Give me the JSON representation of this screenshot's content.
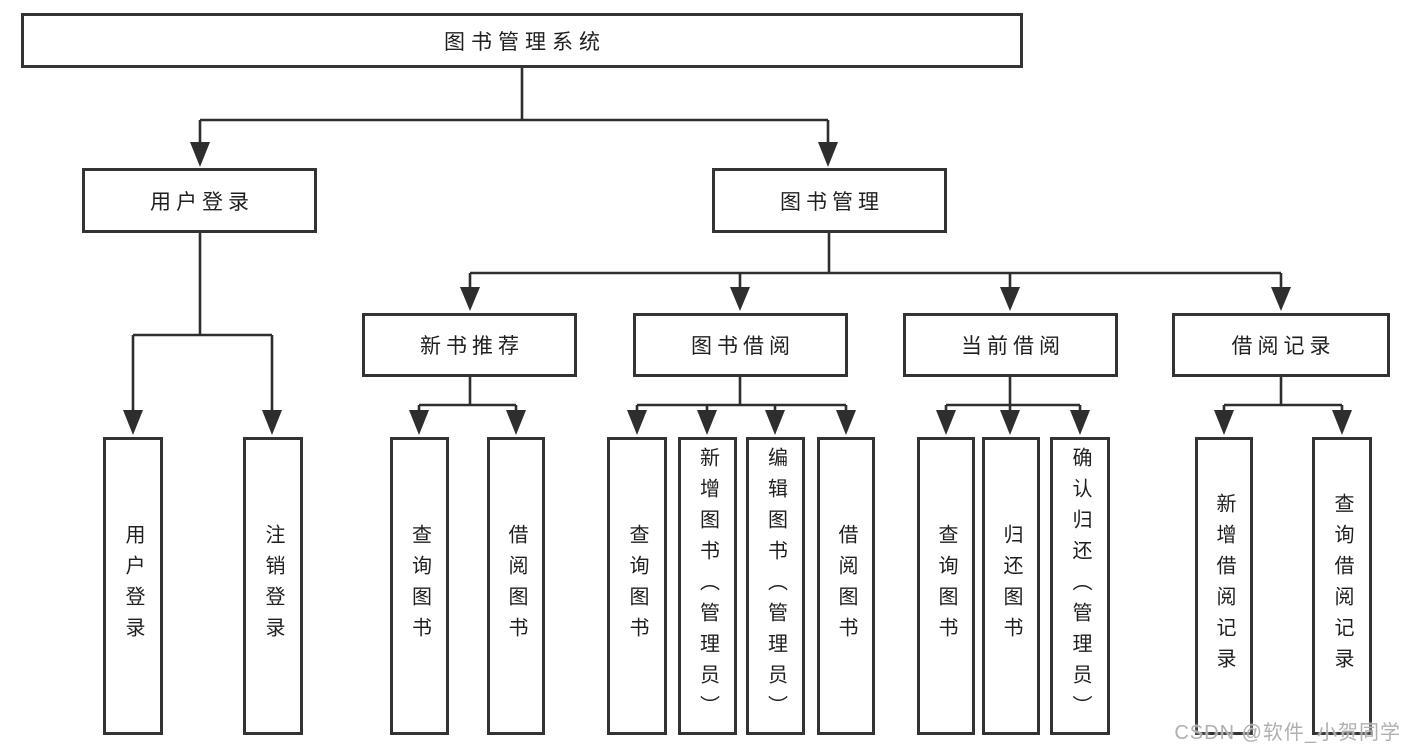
{
  "tree": {
    "label": "图书管理系统",
    "children": [
      {
        "label": "用户登录",
        "children": [
          {
            "label": "用户登录"
          },
          {
            "label": "注销登录"
          }
        ]
      },
      {
        "label": "图书管理",
        "children": [
          {
            "label": "新书推荐",
            "children": [
              {
                "label": "查询图书"
              },
              {
                "label": "借阅图书"
              }
            ]
          },
          {
            "label": "图书借阅",
            "children": [
              {
                "label": "查询图书"
              },
              {
                "label": "新增图书（管理员）"
              },
              {
                "label": "编辑图书（管理员）"
              },
              {
                "label": "借阅图书"
              }
            ]
          },
          {
            "label": "当前借阅",
            "children": [
              {
                "label": "查询图书"
              },
              {
                "label": "归还图书"
              },
              {
                "label": "确认归还（管理员）"
              }
            ]
          },
          {
            "label": "借阅记录",
            "children": [
              {
                "label": "新增借阅记录"
              },
              {
                "label": "查询借阅记录"
              }
            ]
          }
        ]
      }
    ]
  },
  "watermark": "CSDN @软件_小贺同学",
  "colors": {
    "line": "#2e2e2e",
    "border": "#333333",
    "text": "#1f1f1f",
    "watermark": "#b0b0b0",
    "background": "#ffffff"
  }
}
